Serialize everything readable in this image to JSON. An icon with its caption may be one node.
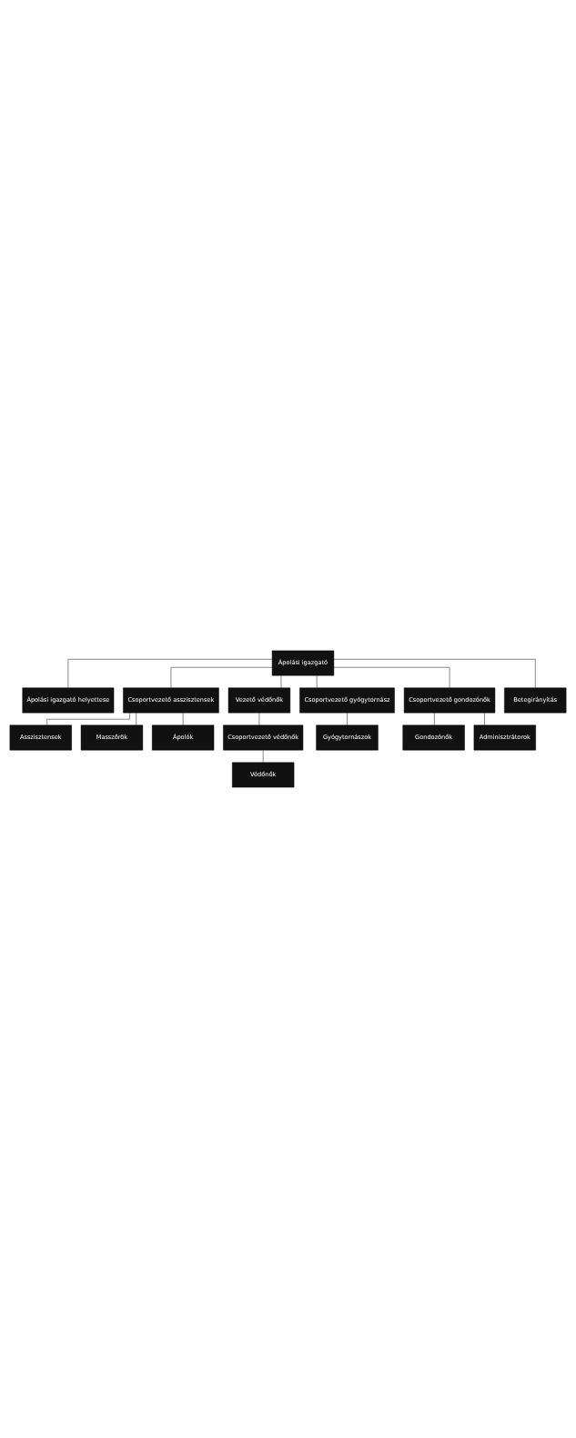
{
  "diagram": {
    "nodes": [
      {
        "text": [
          "Ápolási igazgató"
        ]
      },
      {
        "text": [
          "Ápolási igazgató helyettese"
        ]
      },
      {
        "text": [
          "Csoportvezető asszisztensek"
        ]
      },
      {
        "text": [
          "Vezető védőnők"
        ]
      },
      {
        "text": [
          "Asszisztensek"
        ]
      },
      {
        "text": [
          "Csoportvezető védőnők"
        ]
      },
      {
        "text": [
          "Masszőrök"
        ]
      },
      {
        "text": [
          "Védőnők"
        ]
      },
      {
        "text": [
          "Ápolók"
        ]
      },
      {
        "text": [
          "Csoportvezető gyógytornász"
        ]
      },
      {
        "text": [
          "Csoportvezető gondozónők"
        ]
      },
      {
        "text": [
          "Gyógytornászok"
        ]
      },
      {
        "text": [
          "Gondozónők"
        ]
      },
      {
        "text": [
          "Adminisztrátorok"
        ]
      },
      {
        "text": [
          "Betegirányítás"
        ]
      }
    ],
    "edges": [
      {
        "from": 0,
        "to": 1,
        "arrow": "none"
      },
      {
        "from": 0,
        "to": 2,
        "arrow": "none"
      },
      {
        "from": 0,
        "to": 3,
        "arrow": "none"
      },
      {
        "from": 2,
        "to": 4,
        "arrow": "none"
      },
      {
        "from": 2,
        "to": 6,
        "arrow": "none"
      },
      {
        "from": 2,
        "to": 8,
        "arrow": "none"
      },
      {
        "from": 3,
        "to": 5,
        "arrow": "none"
      },
      {
        "from": 5,
        "to": 7,
        "arrow": "none"
      },
      {
        "from": 0,
        "to": 9,
        "arrow": "none"
      },
      {
        "from": 0,
        "to": 10,
        "arrow": "none"
      },
      {
        "from": 9,
        "to": 11,
        "arrow": "none"
      },
      {
        "from": 10,
        "to": 12,
        "arrow": "none"
      },
      {
        "from": 10,
        "to": 13,
        "arrow": "none"
      },
      {
        "from": 0,
        "to": 14,
        "arrow": "none"
      }
    ]
  }
}
